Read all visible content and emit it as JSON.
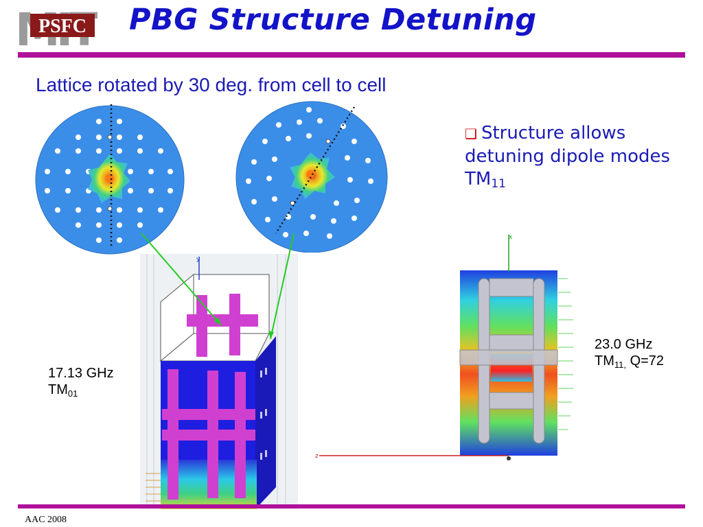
{
  "slide": {
    "title": "PBG Structure Detuning",
    "subtitle": "Lattice rotated by 30 deg. from cell to cell",
    "logo_text": "PSFC",
    "logo_backdrop": "MIT",
    "bullet": {
      "text": "Structure allows detuning dipole modes TM",
      "subscript": "11",
      "marker_color": "#cc0000"
    },
    "left_caption": {
      "frequency": "17.13 GHz",
      "mode": "TM",
      "mode_sub": "01"
    },
    "right_caption": {
      "frequency": "23.0 GHz",
      "mode": "TM",
      "mode_sub": "11,",
      "q": "Q=72"
    },
    "axis_labels": {
      "left_y": "y",
      "right_x": "x",
      "right_z": "z"
    },
    "footer": "AAC 2008",
    "colors": {
      "title": "#1313c8",
      "accent_bar": "#b0109a",
      "text_blue": "#1a1ab4",
      "field_blue": "#3b8ee8",
      "pointer_green": "#22cc22"
    }
  }
}
